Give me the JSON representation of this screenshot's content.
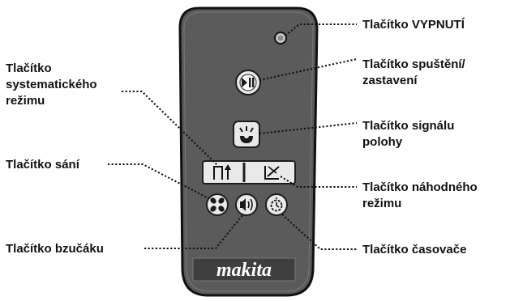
{
  "labels": {
    "power_off": "Tlačítko VYPNUTÍ",
    "start_stop_l1": "Tlačítko spuštění/",
    "start_stop_l2": "zastavení",
    "position_signal_l1": "Tlačítko signálu",
    "position_signal_l2": "polohy",
    "systematic_l1": "Tlačítko",
    "systematic_l2": "systematického",
    "systematic_l3": "režimu",
    "suction": "Tlačítko sání",
    "random_l1": "Tlačítko náhodného",
    "random_l2": "režimu",
    "buzzer": "Tlačítko bzučáku",
    "timer": "Tlačítko časovače"
  },
  "logo": "makita",
  "icons": {
    "power_off": "circle-button-icon",
    "start_stop": "play-pause-icon",
    "position_signal": "signal-alert-icon",
    "systematic": "systematic-path-icon",
    "random": "random-path-icon",
    "suction": "fan-icon",
    "buzzer": "speaker-icon",
    "timer": "timer-icon"
  },
  "colors": {
    "remote_body": "#5b5b5b",
    "remote_outline": "#111111",
    "button_face": "#e9e9e9"
  }
}
